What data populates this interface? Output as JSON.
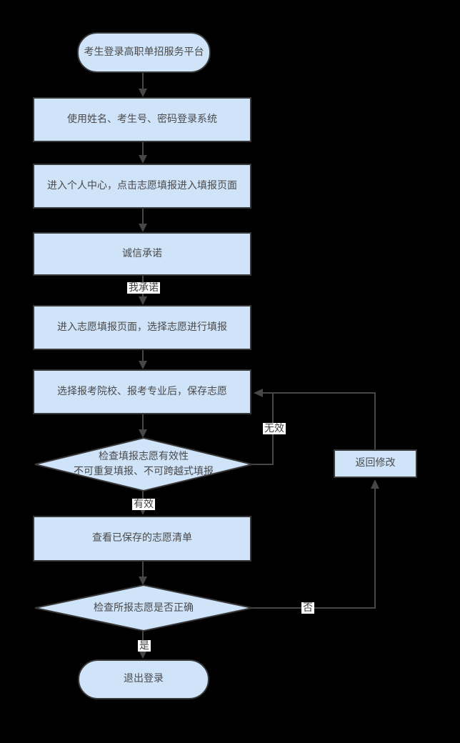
{
  "background": "#000000",
  "colors": {
    "node_fill": "#cfe3f9",
    "node_border": "#383838",
    "connector": "#474747",
    "node_text": "#4a4a4a",
    "edge_label_bg": "#ffffff",
    "edge_label_text": "#3f3f3f"
  },
  "flowchart": {
    "nodes": {
      "start": {
        "label": "考生登录高职单招服务平台"
      },
      "login": {
        "label": "使用姓名、考生号、密码登录系统"
      },
      "personal_center": {
        "label": "进入个人中心，点击志愿填报进入填报页面"
      },
      "integrity_pledge": {
        "label": "诚信承诺"
      },
      "enter_fill_page": {
        "label": "进入志愿填报页面，选择志愿进行填报"
      },
      "save_choices": {
        "label": "选择报考院校、报考专业后，保存志愿"
      },
      "check_validity": {
        "label_line1": "检查填报志愿有效性",
        "label_line2": "不可重复填报、不可跨越式填报"
      },
      "view_saved": {
        "label": "查看已保存的志愿清单"
      },
      "check_correct": {
        "label": "检查所报志愿是否正确"
      },
      "return_modify": {
        "label": "返回修改"
      },
      "end": {
        "label": "退出登录"
      }
    },
    "edge_labels": {
      "promise": "我承诺",
      "valid": "有效",
      "invalid": "无效",
      "yes": "是",
      "no": "否"
    }
  }
}
